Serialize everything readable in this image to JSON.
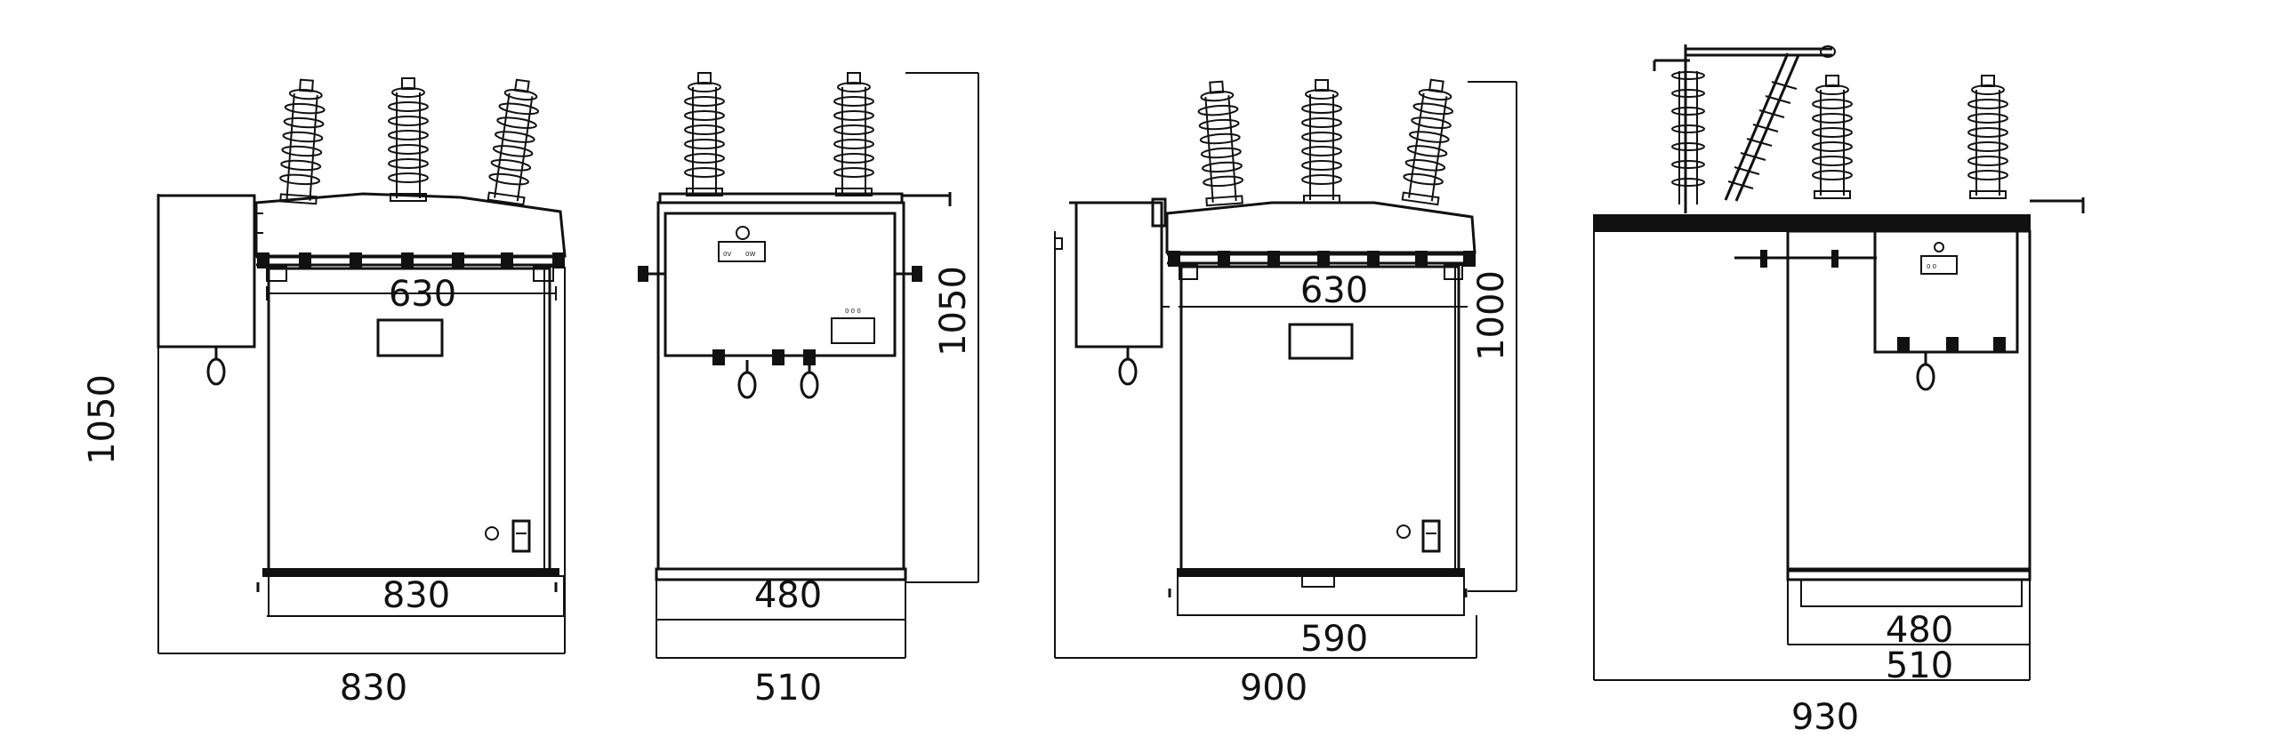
{
  "views": [
    {
      "id": "view-1",
      "dimensions": {
        "inner_width": "630",
        "base_width": "830",
        "overall_width": "830",
        "height": "1050"
      }
    },
    {
      "id": "view-2",
      "dimensions": {
        "base_width": "480",
        "overall_width": "510",
        "height": "1050"
      }
    },
    {
      "id": "view-3",
      "dimensions": {
        "inner_width": "630",
        "base_width": "590",
        "overall_width": "900",
        "height": "1000"
      }
    },
    {
      "id": "view-4",
      "dimensions": {
        "base_width": "480",
        "body_width": "510",
        "overall_width": "930"
      }
    }
  ],
  "colors": {
    "line": "#111111",
    "background": "#ffffff"
  }
}
